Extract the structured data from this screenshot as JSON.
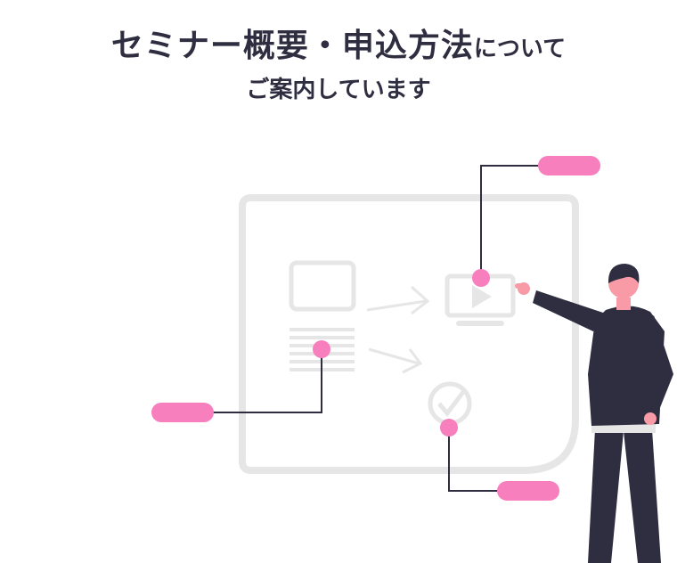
{
  "heading": {
    "main": "セミナー概要・申込方法",
    "tail": "について",
    "line2": "ご案内しています"
  },
  "colors": {
    "accent": "#f77fbe",
    "ink": "#2f2e41",
    "board": "#e6e6e6"
  },
  "icons": [
    "image-placeholder-icon",
    "video-play-icon",
    "checkmark-circle-icon",
    "text-lines-icon",
    "arrow-right-icon",
    "person-figure"
  ]
}
